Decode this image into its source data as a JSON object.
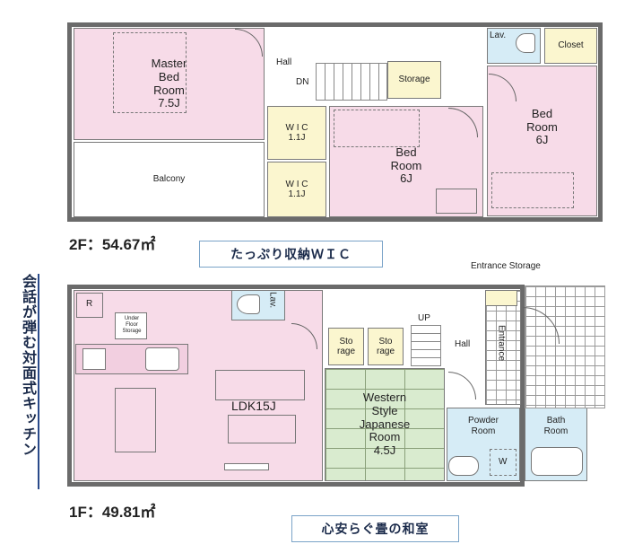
{
  "floor2": {
    "area_label": "2F：54.67㎡",
    "rooms": {
      "master": "Master\nBed\nRoom\n7.5J",
      "hall": "Hall",
      "dn": "DN",
      "storage": "Storage",
      "lav": "Lav.",
      "closet": "Closet",
      "bed_center": "Bed\nRoom\n6J",
      "bed_right": "Bed\nRoom\n6J",
      "wic1": "W I C\n1.1J",
      "wic2": "W I C\n1.1J",
      "balcony": "Balcony"
    },
    "callout": "たっぷり収納ＷＩＣ"
  },
  "floor1": {
    "area_label": "1F：49.81㎡",
    "rooms": {
      "ldk": "LDK15J",
      "lav": "Lav.",
      "r": "R",
      "under_floor": "Under\nFloor\nStorage",
      "storage1": "Sto\nrage",
      "storage2": "Sto\nrage",
      "up": "UP",
      "hall": "Hall",
      "entrance": "Entrance",
      "entrance_storage": "Entrance Storage",
      "japanese": "Western\nStyle\nJapanese\nRoom\n4.5J",
      "powder": "Powder\nRoom",
      "bath": "Bath\nRoom",
      "w": "W"
    },
    "callout": "心安らぐ畳の和室"
  },
  "side_caption": "会話が弾む対面式キッチン"
}
